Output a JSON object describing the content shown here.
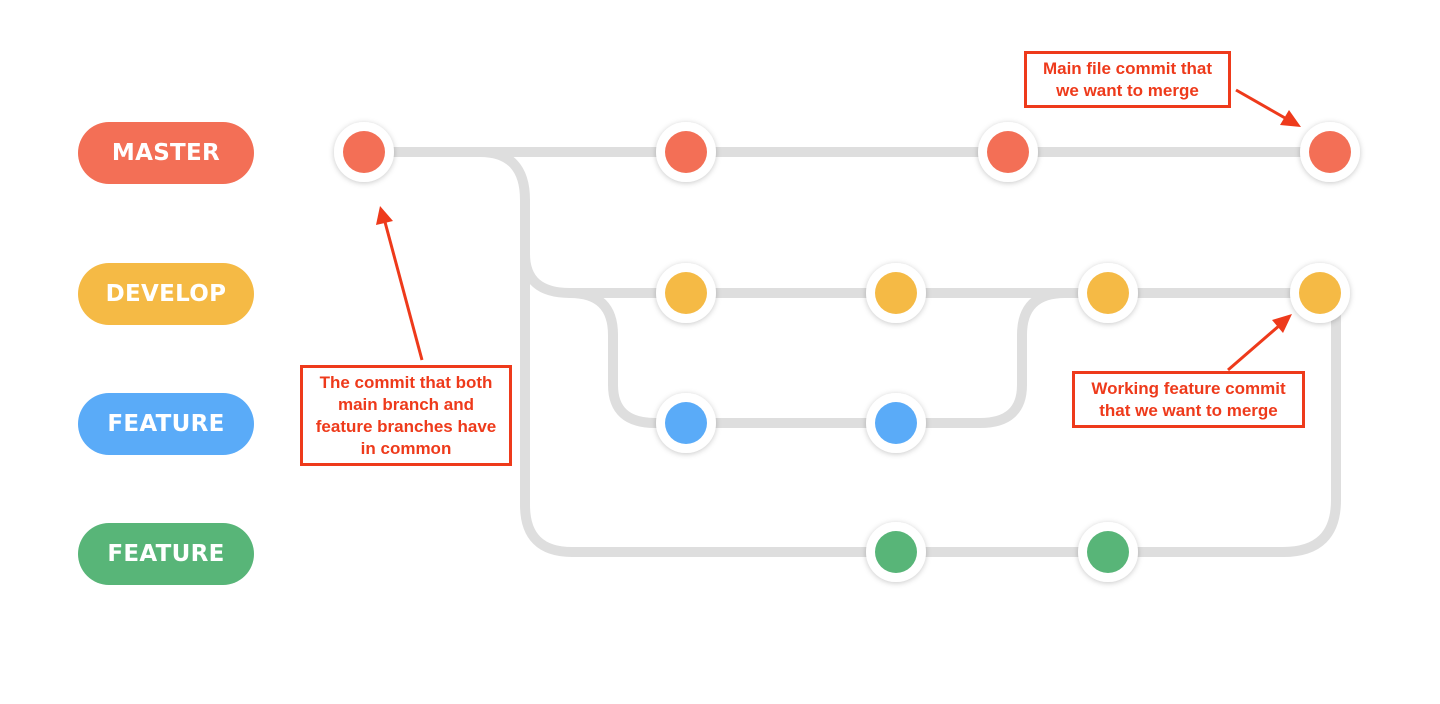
{
  "colors": {
    "master": "#f36f56",
    "develop": "#f5ba45",
    "feature_blue": "#5aabf8",
    "feature_green": "#58b578",
    "track": "#dedede",
    "annotation": "#ee3a1b"
  },
  "branches": [
    {
      "label": "MASTER",
      "color_key": "master"
    },
    {
      "label": "DEVELOP",
      "color_key": "develop"
    },
    {
      "label": "FEATURE",
      "color_key": "feature_blue"
    },
    {
      "label": "FEATURE",
      "color_key": "feature_green"
    }
  ],
  "annotations": {
    "main_commit": {
      "lines": [
        "Main file commit that",
        "we want to merge"
      ]
    },
    "common_commit": {
      "lines": [
        "The commit that both",
        "main branch and",
        "feature branches have",
        "in common"
      ]
    },
    "feature_commit": {
      "lines": [
        "Working feature commit",
        "that we want to merge"
      ]
    }
  }
}
